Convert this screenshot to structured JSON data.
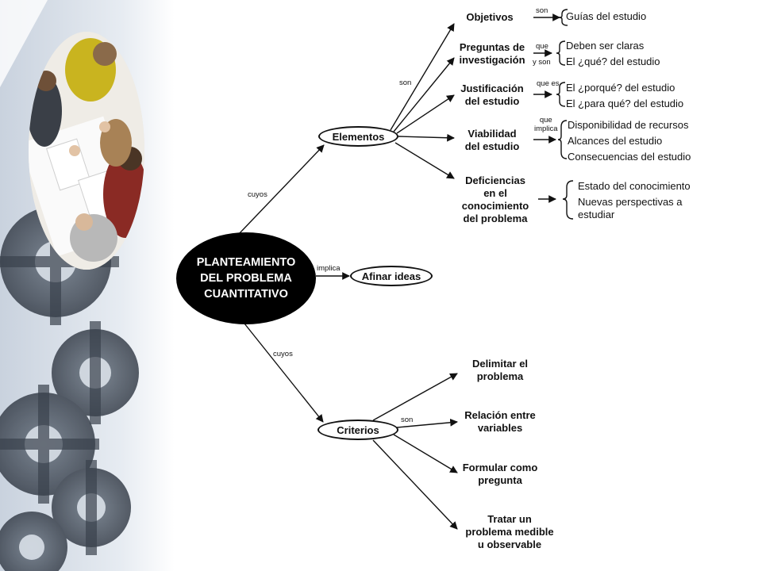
{
  "root": {
    "lines": [
      "PLANTEAMIENTO",
      "DEL PROBLEMA",
      "CUANTITATIVO"
    ]
  },
  "links": {
    "cuyos_top": "cuyos",
    "implica": "implica",
    "cuyos_bottom": "cuyos",
    "son_elementos": "son",
    "son_criterios": "son"
  },
  "elementos": {
    "label": "Elementos",
    "objetivos": {
      "title": [
        "Objetivos"
      ],
      "connector": "son",
      "items": [
        "Guías del estudio"
      ]
    },
    "preguntas": {
      "title": [
        "Preguntas de",
        "investigación"
      ],
      "connectors": [
        "que",
        "y son"
      ],
      "items": [
        "Deben ser claras",
        "El ¿qué? del estudio"
      ]
    },
    "justificacion": {
      "title": [
        "Justificación",
        "del estudio"
      ],
      "connector": "que es",
      "items": [
        "El ¿porqué? del estudio",
        "El ¿para qué? del estudio"
      ]
    },
    "viabilidad": {
      "title": [
        "Viabilidad",
        "del estudio"
      ],
      "connectors": [
        "que",
        "implica"
      ],
      "items": [
        "Disponibilidad de recursos",
        "Alcances del estudio",
        "Consecuencias del estudio"
      ]
    },
    "deficiencias": {
      "title": [
        "Deficiencias",
        "en el",
        "conocimiento",
        "del problema"
      ],
      "items": [
        "Estado del conocimiento",
        "Nuevas perspectivas a",
        "estudiar"
      ]
    }
  },
  "afinar": {
    "label": "Afinar ideas"
  },
  "criterios": {
    "label": "Criterios",
    "items": [
      [
        "Delimitar el",
        "problema"
      ],
      [
        "Relación entre",
        "variables"
      ],
      [
        "Formular como",
        "pregunta"
      ],
      [
        "Tratar un",
        "problema medible",
        "u observable"
      ]
    ]
  },
  "colors": {
    "root_fill": "#000000",
    "line": "#111111",
    "photo_shirt": "#c9b41f"
  },
  "decor": {
    "left_panel": "gears-and-team-photo",
    "icons": [
      "gears-graphic",
      "team-meeting-photo"
    ]
  }
}
